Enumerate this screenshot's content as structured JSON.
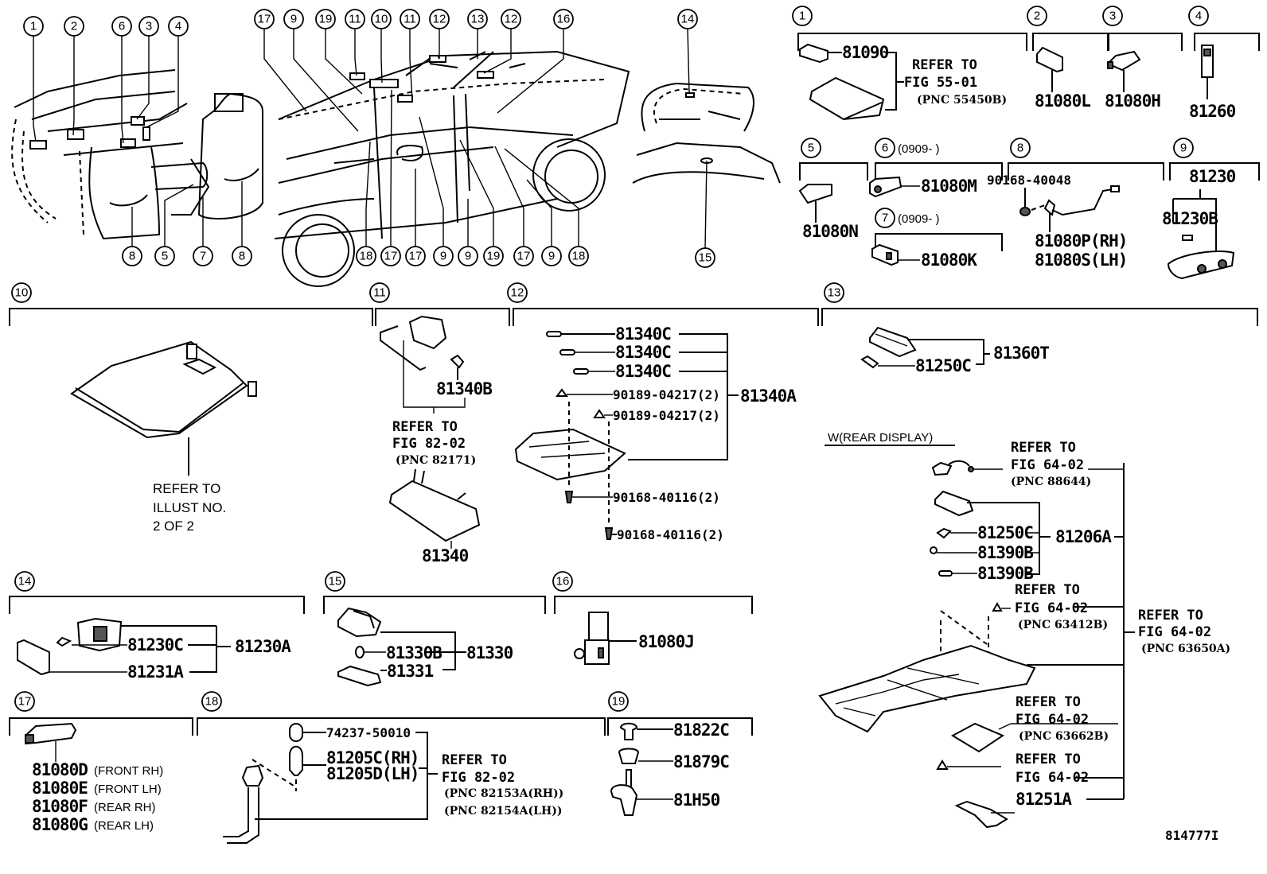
{
  "illustration_id": "814777I",
  "overview": {
    "interior_callouts": [
      "1",
      "2",
      "6",
      "3",
      "4",
      "8",
      "5",
      "7",
      "8"
    ],
    "car_top_callouts": [
      "17",
      "9",
      "19",
      "11",
      "10",
      "11",
      "12",
      "13",
      "12",
      "16"
    ],
    "car_bottom_callouts": [
      "18",
      "17",
      "17",
      "9",
      "9",
      "19",
      "17",
      "9",
      "18"
    ],
    "trunk_callouts": [
      "14",
      "15"
    ]
  },
  "sections": {
    "s1": {
      "num": "1",
      "part": "81090",
      "refer": [
        "REFER TO",
        "FIG 55-01",
        "(PNC 55450B)"
      ]
    },
    "s2": {
      "num": "2",
      "part": "81080L"
    },
    "s3": {
      "num": "3",
      "part": "81080H"
    },
    "s4": {
      "num": "4",
      "part": "81260"
    },
    "s5": {
      "num": "5",
      "part": "81080N"
    },
    "s6": {
      "num": "6",
      "date": "(0909-      )",
      "part": "81080M"
    },
    "s7": {
      "num": "7",
      "date": "(0909-      )",
      "part": "81080K"
    },
    "s8": {
      "num": "8",
      "bolt": "90168-40048",
      "parts": [
        "81080P(RH)",
        "81080S(LH)"
      ]
    },
    "s9": {
      "num": "9",
      "assy": "81230",
      "part": "81230B"
    },
    "s10": {
      "num": "10",
      "refer": [
        "REFER TO",
        "ILLUST NO.",
        "2 OF 2"
      ]
    },
    "s11": {
      "num": "11",
      "part": "81340B",
      "refer": [
        "REFER TO",
        "FIG 82-02",
        "(PNC 82171)"
      ],
      "lower_part": "81340"
    },
    "s12": {
      "num": "12",
      "bulbs": [
        "81340C",
        "81340C",
        "81340C"
      ],
      "clips": [
        "90189-04217(2)",
        "90189-04217(2)"
      ],
      "screws": [
        "90168-40116(2)",
        "90168-40116(2)"
      ],
      "assy": "81340A"
    },
    "s13": {
      "num": "13",
      "bulb": "81250C",
      "assy": "81360T",
      "variant": "W(REAR DISPLAY)",
      "rear": {
        "refer_a": [
          "REFER TO",
          "FIG 64-02",
          "(PNC 88644)"
        ],
        "bulb": "81250C",
        "bulb2": "81390B",
        "bulb3": "81390B",
        "sub_assy": "81206A",
        "refer_b": [
          "REFER TO",
          "FIG 64-02",
          "(PNC 63412B)"
        ],
        "refer_main": [
          "REFER TO",
          "FIG 64-02",
          "(PNC 63650A)"
        ],
        "refer_c": [
          "REFER TO",
          "FIG 64-02",
          "(PNC 63662B)"
        ],
        "refer_d": [
          "REFER TO",
          "FIG 64-02"
        ],
        "lens": "81251A"
      }
    },
    "s14": {
      "num": "14",
      "bulb": "81230C",
      "lens": "81231A",
      "assy": "81230A"
    },
    "s15": {
      "num": "15",
      "bulb": "81330B",
      "lens": "81331",
      "assy": "81330"
    },
    "s16": {
      "num": "16",
      "part": "81080J"
    },
    "s17": {
      "num": "17",
      "parts": [
        {
          "pn": "81080D",
          "note": "(FRONT RH)"
        },
        {
          "pn": "81080E",
          "note": "(FRONT LH)"
        },
        {
          "pn": "81080F",
          "note": "(REAR RH)"
        },
        {
          "pn": "81080G",
          "note": "(REAR LH)"
        }
      ]
    },
    "s18": {
      "num": "18",
      "cover": "74237-50010",
      "parts": [
        "81205C(RH)",
        "81205D(LH)"
      ],
      "refer": [
        "REFER TO",
        "FIG 82-02",
        "(PNC 82153A(RH))",
        "(PNC 82154A(LH))"
      ]
    },
    "s19": {
      "num": "19",
      "parts": [
        "81822C",
        "81879C",
        "81H50"
      ]
    }
  }
}
